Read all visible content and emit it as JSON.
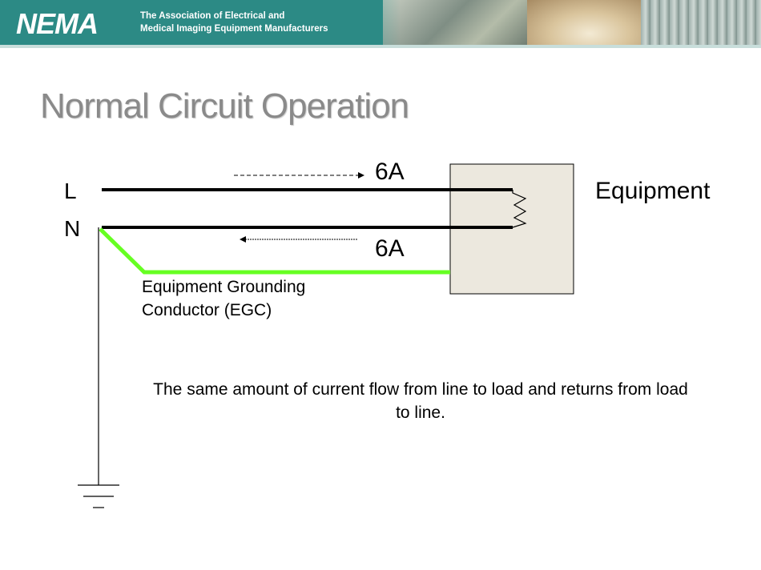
{
  "header": {
    "logo_text": "NEMA",
    "tagline_line1": "The Association of Electrical and",
    "tagline_line2": "Medical Imaging Equipment Manufacturers"
  },
  "slide": {
    "title": "Normal Circuit Operation",
    "caption": "The same amount of current flow from line to load and returns from load to line."
  },
  "diagram": {
    "line_label": "L",
    "neutral_label": "N",
    "current_to_load": "6A",
    "current_from_load": "6A",
    "equipment_label": "Equipment",
    "egc_label": "Equipment Grounding Conductor (EGC)",
    "colors": {
      "conductor": "#000000",
      "egc": "#66ff22",
      "equipment_box": "#ece8de"
    }
  }
}
